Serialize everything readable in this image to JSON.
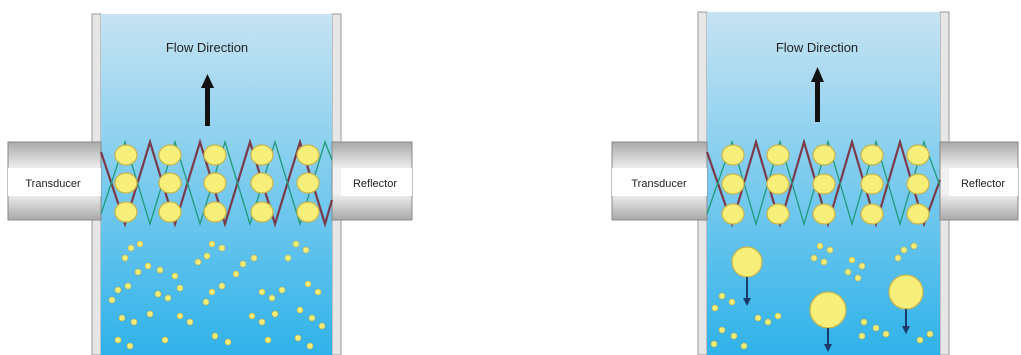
{
  "panels": [
    {
      "id": "left",
      "flow_label": "Flow Direction",
      "transducer_label": "Transducer",
      "reflector_label": "Reflector"
    },
    {
      "id": "right",
      "flow_label": "Flow Direction",
      "transducer_label": "Transducer",
      "reflector_label": "Reflector"
    }
  ],
  "colors": {
    "fluid_top": "#c6e3f2",
    "fluid_bottom": "#2fb2ea",
    "particle": "#f7ef7a",
    "particle_edge": "#c9b44a",
    "wave": "#7b3a4a",
    "node_line": "#1f9a7a",
    "housing": "#d8d8d8"
  }
}
